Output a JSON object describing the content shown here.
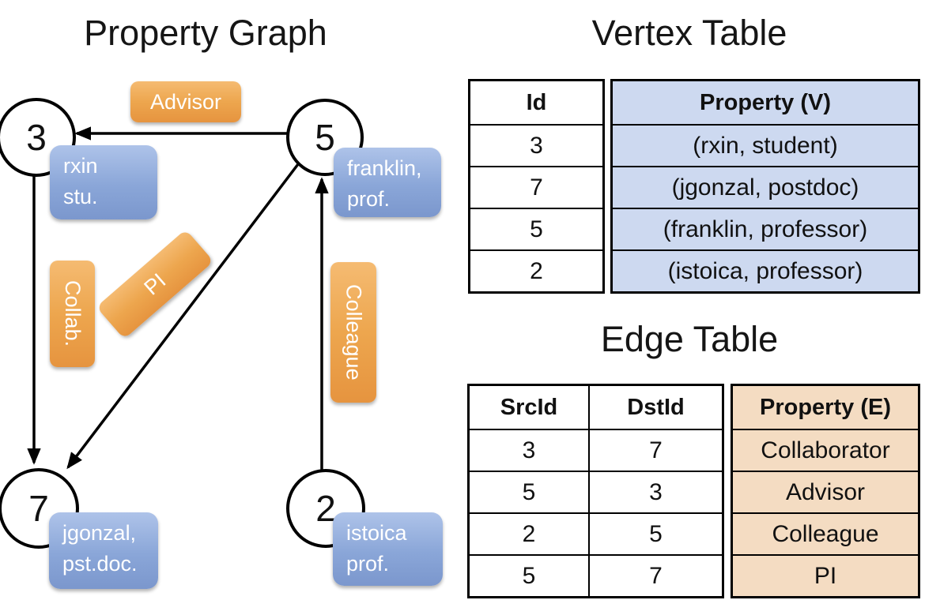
{
  "titles": {
    "graph": "Property Graph",
    "vertex": "Vertex Table",
    "edge": "Edge Table"
  },
  "graph": {
    "nodes": [
      {
        "id": "3",
        "label1": "rxin",
        "label2": "stu."
      },
      {
        "id": "5",
        "label1": "franklin,",
        "label2": "prof."
      },
      {
        "id": "7",
        "label1": "jgonzal,",
        "label2": "pst.doc."
      },
      {
        "id": "2",
        "label1": "istoica",
        "label2": "prof."
      }
    ],
    "edges": [
      {
        "label": "Advisor",
        "src": "5",
        "dst": "3"
      },
      {
        "label": "Collab.",
        "src": "3",
        "dst": "7"
      },
      {
        "label": "PI",
        "src": "5",
        "dst": "7"
      },
      {
        "label": "Colleague",
        "src": "2",
        "dst": "5"
      }
    ]
  },
  "vertex_table": {
    "headers": {
      "id": "Id",
      "property": "Property (V)"
    },
    "rows": [
      {
        "id": "3",
        "property": "(rxin, student)"
      },
      {
        "id": "7",
        "property": "(jgonzal, postdoc)"
      },
      {
        "id": "5",
        "property": "(franklin, professor)"
      },
      {
        "id": "2",
        "property": "(istoica, professor)"
      }
    ]
  },
  "edge_table": {
    "headers": {
      "src": "SrcId",
      "dst": "DstId",
      "property": "Property (E)"
    },
    "rows": [
      {
        "src": "3",
        "dst": "7",
        "property": "Collaborator"
      },
      {
        "src": "5",
        "dst": "3",
        "property": "Advisor"
      },
      {
        "src": "2",
        "dst": "5",
        "property": "Colleague"
      },
      {
        "src": "5",
        "dst": "7",
        "property": "PI"
      }
    ]
  },
  "colors": {
    "edge_label_orange_top": "#f5bb72",
    "edge_label_orange_bottom": "#e6943f",
    "vertex_box_blue_top": "#aec3e9",
    "vertex_box_blue_bottom": "#7b97cd",
    "vertex_table_cell_bg": "#cdd9f0",
    "edge_table_cell_bg": "#f4dcc2",
    "line_color": "#000000"
  }
}
